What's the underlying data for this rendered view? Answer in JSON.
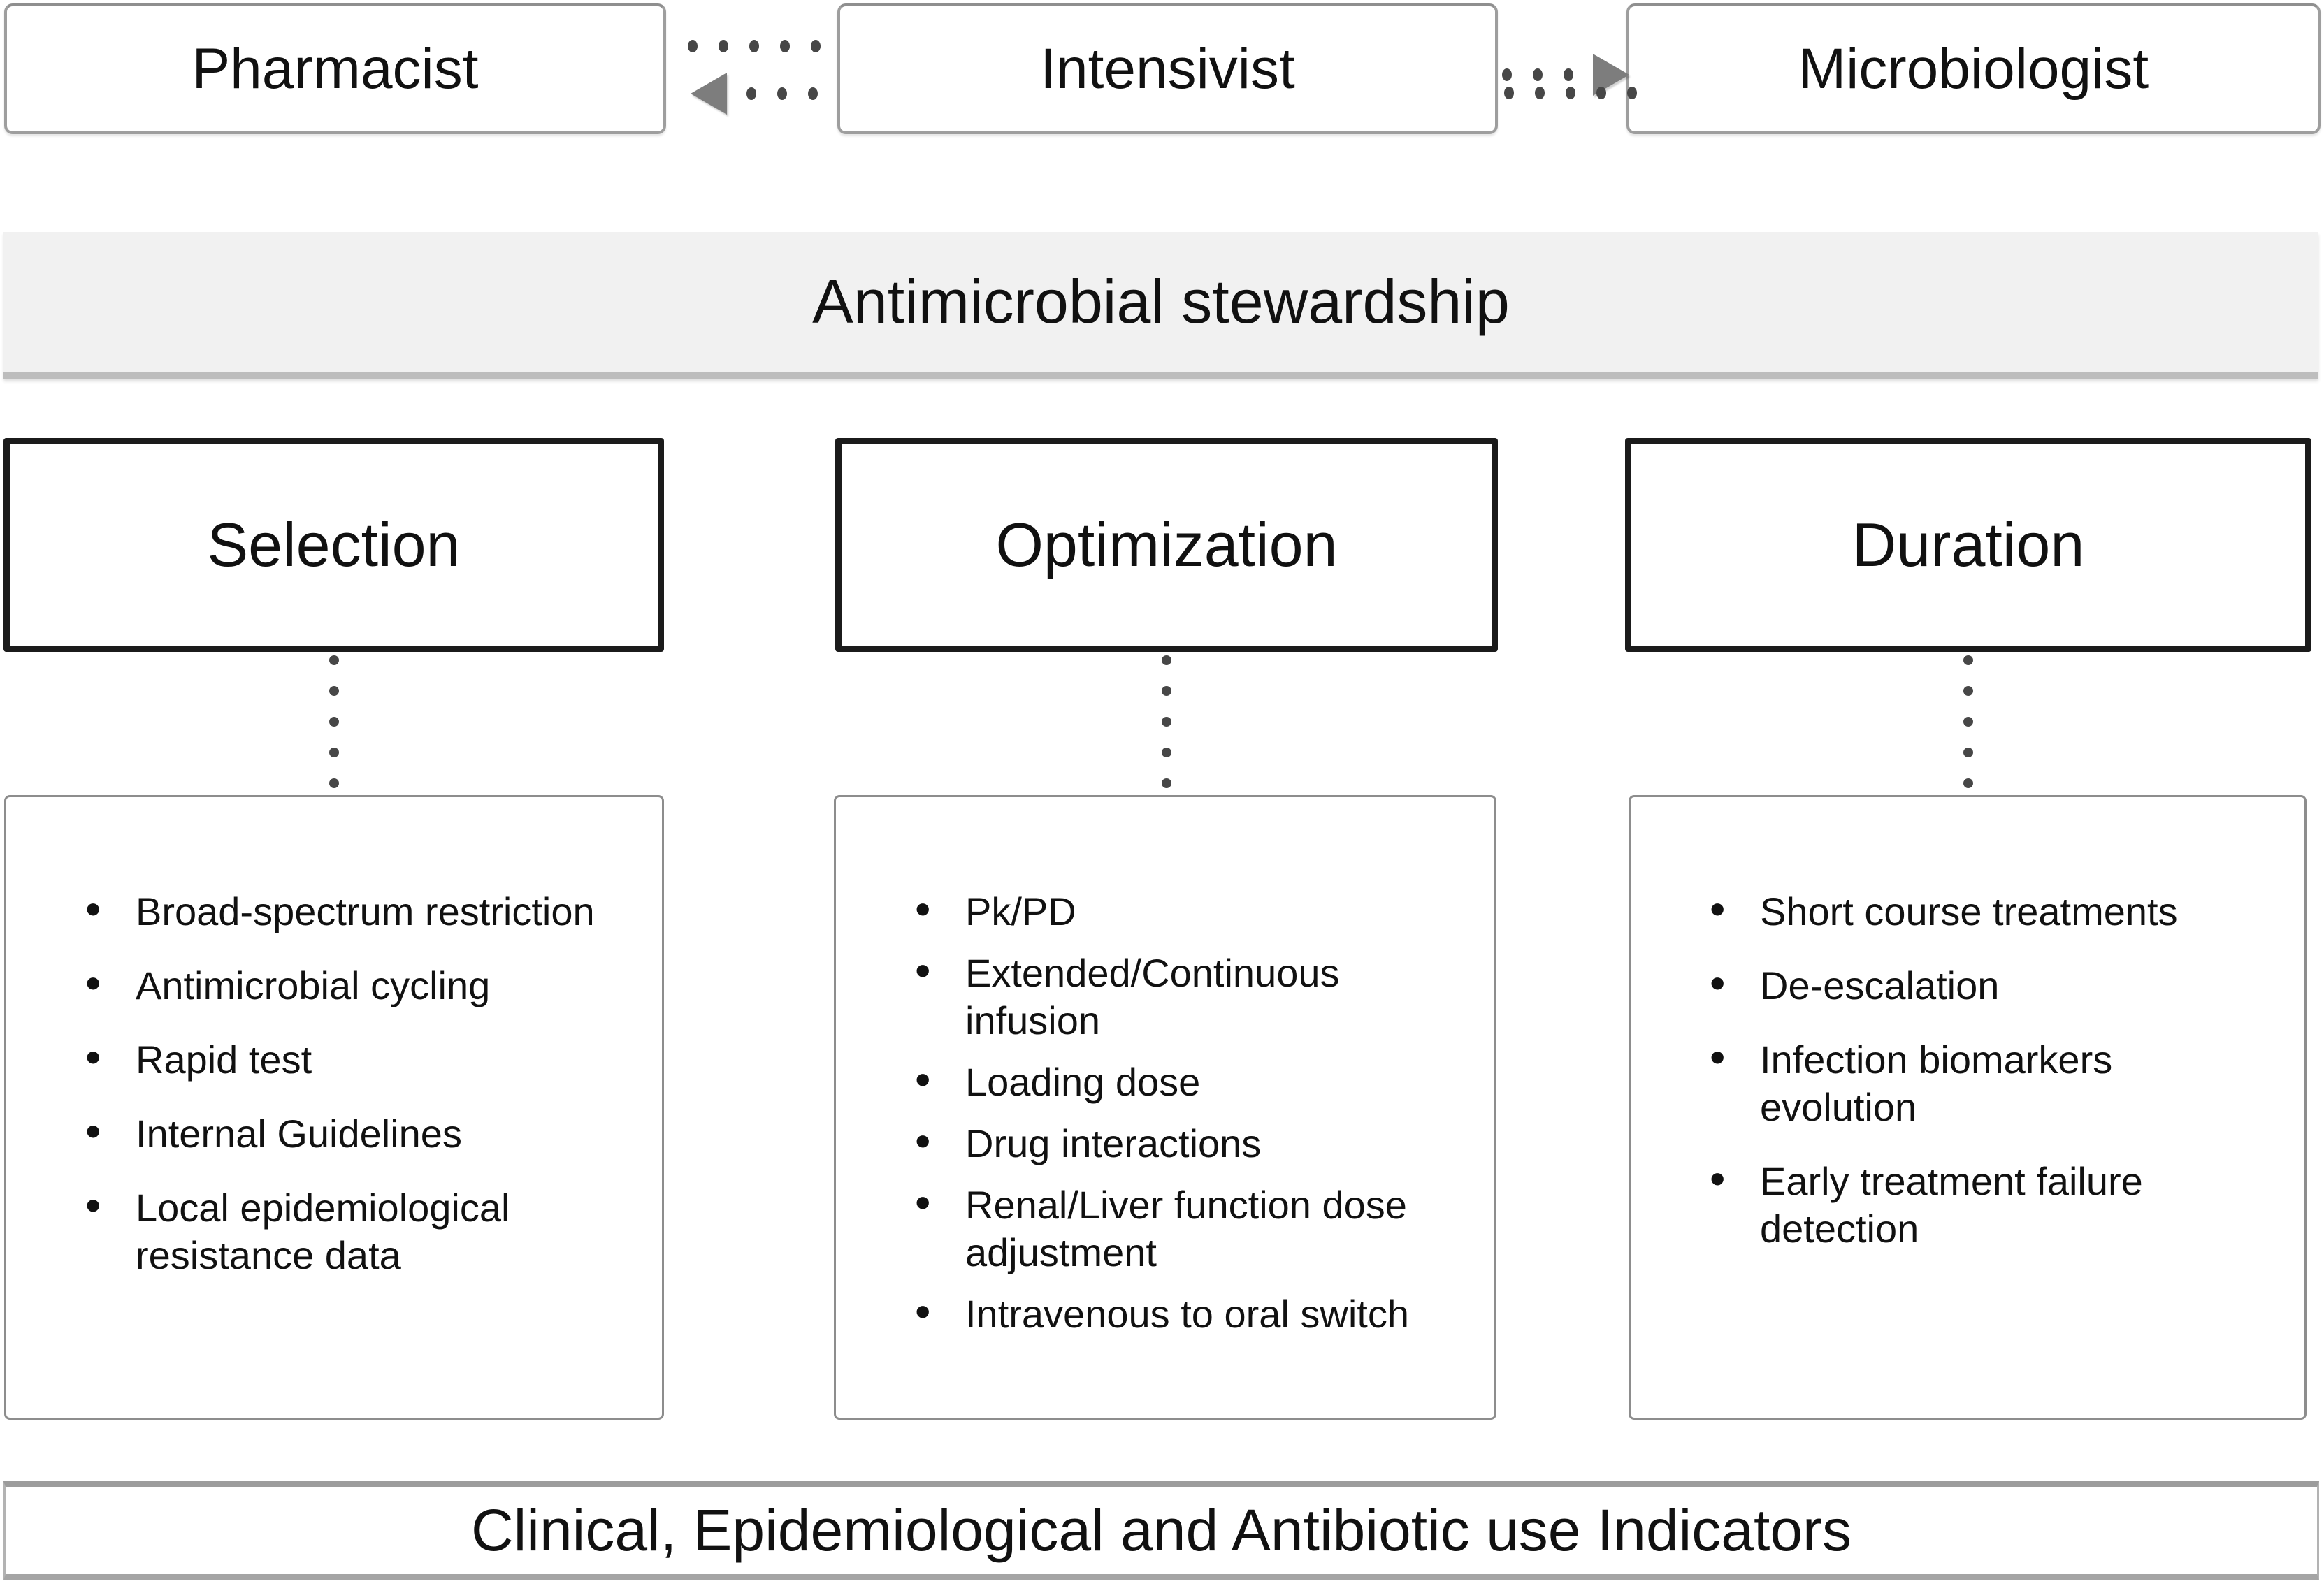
{
  "top_row": {
    "roles": [
      {
        "label": "Pharmacist"
      },
      {
        "label": "Intensivist"
      },
      {
        "label": "Microbiologist"
      }
    ]
  },
  "banner": {
    "label": "Antimicrobial stewardship"
  },
  "pillars": [
    {
      "title": "Selection",
      "items": [
        "Broad-spectrum restriction",
        "Antimicrobial cycling",
        "Rapid test",
        "Internal Guidelines",
        "Local epidemiological resistance data"
      ]
    },
    {
      "title": "Optimization",
      "items": [
        "Pk/PD",
        "Extended/Continuous infusion",
        "Loading dose",
        "Drug interactions",
        "Renal/Liver function dose adjustment",
        "Intravenous to oral switch"
      ]
    },
    {
      "title": "Duration",
      "items": [
        "Short course treatments",
        "De-escalation",
        "Infection biomarkers evolution",
        "Early treatment failure detection"
      ]
    }
  ],
  "footer": {
    "label": "Clinical, Epidemiological and Antibiotic use Indicators"
  },
  "icons": {
    "left_arrow": "triangle-left",
    "right_arrow": "triangle-right",
    "dotted_line": "dot-series"
  },
  "colors": {
    "dot": "#474747",
    "arrow": "#7d7d7d",
    "banner_fill": "#f1f1f1",
    "pillar_border": "#1b1b1b",
    "box_border_gray": "#9e9e9e"
  }
}
